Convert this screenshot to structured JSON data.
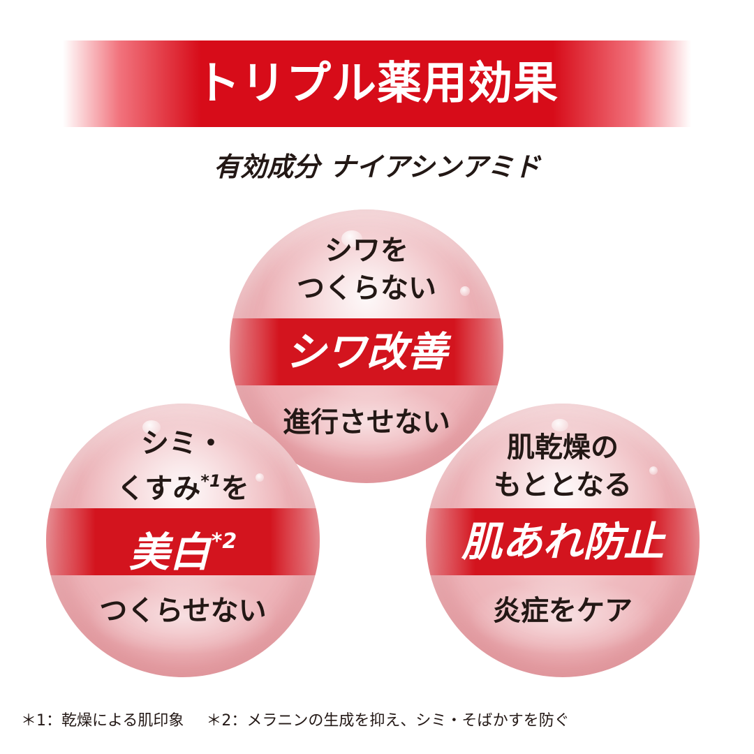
{
  "title": "トリプル薬用効果",
  "subtitle": {
    "label": "有効成分",
    "ingredient": "ナイアシンアミド"
  },
  "circles": {
    "top": {
      "line1": "シワを",
      "line2": "つくらない",
      "band": "シワ改善",
      "bottom": "進行させない"
    },
    "left": {
      "line1": "シミ・",
      "line2": "くすみ",
      "line2_mark": "*1",
      "line2_tail": "を",
      "band": "美白",
      "band_mark": "*2",
      "bottom": "つくらせない"
    },
    "right": {
      "line1": "肌乾燥の",
      "line2": "もととなる",
      "band": "肌あれ防止",
      "bottom": "炎症をケア"
    }
  },
  "footnotes": {
    "note1": "＊1：乾燥による肌印象",
    "note2": "＊2：メラニンの生成を抑え、シミ・そばかすを防ぐ"
  },
  "colors": {
    "accent_red": "#d70c19",
    "text_dark": "#231815",
    "circle_pink": "#edb3b8"
  }
}
